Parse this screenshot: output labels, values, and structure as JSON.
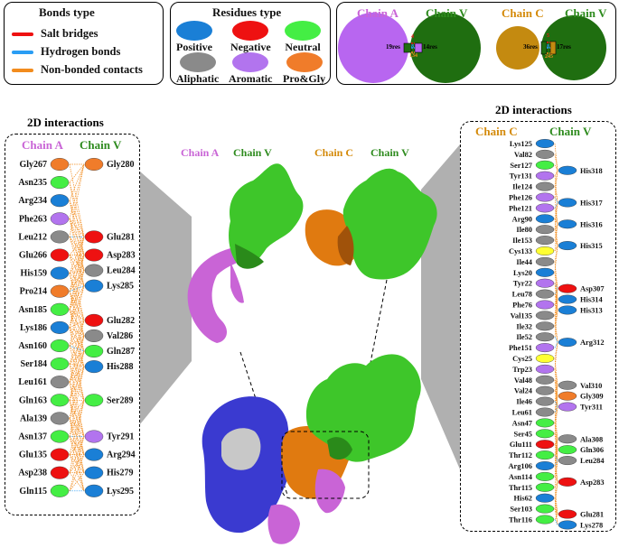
{
  "colors": {
    "positive": "#1a7fd6",
    "negative": "#ee1111",
    "neutral": "#44ee44",
    "aliphatic": "#8a8a8a",
    "aromatic": "#b274ee",
    "progly": "#f07c2a",
    "cys": "#ffff33",
    "chainA": "#c964d6",
    "chainV": "#2e8b1e",
    "chainC": "#d48a0a",
    "salt": "#ee1111",
    "hbond": "#2a9df4",
    "nonbonded": "#f28c1e",
    "blue_protein": "#3a3ad0",
    "grey_protein": "#c8c8c8"
  },
  "bonds_legend": {
    "title": "Bonds type",
    "items": [
      {
        "label": "Salt bridges",
        "color": "#ee1111"
      },
      {
        "label": "Hydrogen bonds",
        "color": "#2a9df4"
      },
      {
        "label": "Non-bonded contacts",
        "color": "#f28c1e"
      }
    ]
  },
  "residues_legend": {
    "title": "Residues type",
    "items": [
      {
        "label": "Positive",
        "color": "#1a7fd6"
      },
      {
        "label": "Negative",
        "color": "#ee1111"
      },
      {
        "label": "Neutral",
        "color": "#44ee44"
      },
      {
        "label": "Aliphatic",
        "color": "#8a8a8a"
      },
      {
        "label": "Aromatic",
        "color": "#b274ee"
      },
      {
        "label": "Pro&Gly",
        "color": "#f07c2a"
      }
    ]
  },
  "venn": {
    "left": {
      "chain1": "Chain A",
      "chain2": "Chain V",
      "res1": "19res",
      "res2": "14res",
      "count_top": "4",
      "count_mid": "8",
      "count_bottom": "134"
    },
    "right": {
      "chain1": "Chain C",
      "chain2": "Chain V",
      "res1": "36res",
      "res2": "17res",
      "count_top": "5",
      "count_mid": "8",
      "count_bottom": "245"
    }
  },
  "left_panel": {
    "title": "2D interactions",
    "chain1": "Chain A",
    "chain2": "Chain V",
    "left_residues": [
      {
        "name": "Gly267",
        "color": "#f07c2a"
      },
      {
        "name": "Asn235",
        "color": "#44ee44"
      },
      {
        "name": "Arg234",
        "color": "#1a7fd6"
      },
      {
        "name": "Phe263",
        "color": "#b274ee"
      },
      {
        "name": "Leu212",
        "color": "#8a8a8a"
      },
      {
        "name": "Glu266",
        "color": "#ee1111"
      },
      {
        "name": "His159",
        "color": "#1a7fd6"
      },
      {
        "name": "Pro214",
        "color": "#f07c2a"
      },
      {
        "name": "Asn185",
        "color": "#44ee44"
      },
      {
        "name": "Lys186",
        "color": "#1a7fd6"
      },
      {
        "name": "Asn160",
        "color": "#44ee44"
      },
      {
        "name": "Ser184",
        "color": "#44ee44"
      },
      {
        "name": "Leu161",
        "color": "#8a8a8a"
      },
      {
        "name": "Gln163",
        "color": "#44ee44"
      },
      {
        "name": "Ala139",
        "color": "#8a8a8a"
      },
      {
        "name": "Asn137",
        "color": "#44ee44"
      },
      {
        "name": "Glu135",
        "color": "#ee1111"
      },
      {
        "name": "Asp238",
        "color": "#ee1111"
      },
      {
        "name": "Gln115",
        "color": "#44ee44"
      }
    ],
    "right_residues": [
      {
        "name": "Gly280",
        "color": "#f07c2a",
        "row": 0
      },
      {
        "name": "Glu281",
        "color": "#ee1111",
        "row": 4
      },
      {
        "name": "Asp283",
        "color": "#ee1111",
        "row": 5
      },
      {
        "name": "Leu284",
        "color": "#8a8a8a",
        "row": 5.85
      },
      {
        "name": "Lys285",
        "color": "#1a7fd6",
        "row": 6.7
      },
      {
        "name": "Glu282",
        "color": "#ee1111",
        "row": 8.6
      },
      {
        "name": "Val286",
        "color": "#8a8a8a",
        "row": 9.45
      },
      {
        "name": "Gln287",
        "color": "#44ee44",
        "row": 10.3
      },
      {
        "name": "His288",
        "color": "#1a7fd6",
        "row": 11.15
      },
      {
        "name": "Ser289",
        "color": "#44ee44",
        "row": 13
      },
      {
        "name": "Tyr291",
        "color": "#b274ee",
        "row": 15
      },
      {
        "name": "Arg294",
        "color": "#1a7fd6",
        "row": 16
      },
      {
        "name": "His279",
        "color": "#1a7fd6",
        "row": 17
      },
      {
        "name": "Lys295",
        "color": "#1a7fd6",
        "row": 18
      }
    ]
  },
  "right_panel": {
    "title": "2D interactions",
    "chain1": "Chain C",
    "chain2": "Chain V",
    "left_residues": [
      {
        "name": "Lys125",
        "color": "#1a7fd6"
      },
      {
        "name": "Val82",
        "color": "#8a8a8a"
      },
      {
        "name": "Ser127",
        "color": "#44ee44"
      },
      {
        "name": "Tyr131",
        "color": "#b274ee"
      },
      {
        "name": "Ile124",
        "color": "#8a8a8a"
      },
      {
        "name": "Phe126",
        "color": "#b274ee"
      },
      {
        "name": "Phe121",
        "color": "#b274ee"
      },
      {
        "name": "Arg90",
        "color": "#1a7fd6"
      },
      {
        "name": "Ile80",
        "color": "#8a8a8a"
      },
      {
        "name": "Ile153",
        "color": "#8a8a8a"
      },
      {
        "name": "Cys133",
        "color": "#ffff33"
      },
      {
        "name": "Ile44",
        "color": "#8a8a8a"
      },
      {
        "name": "Lys20",
        "color": "#1a7fd6"
      },
      {
        "name": "Tyr22",
        "color": "#b274ee"
      },
      {
        "name": "Leu78",
        "color": "#8a8a8a"
      },
      {
        "name": "Phe76",
        "color": "#b274ee"
      },
      {
        "name": "Val135",
        "color": "#8a8a8a"
      },
      {
        "name": "Ile32",
        "color": "#8a8a8a"
      },
      {
        "name": "Ile52",
        "color": "#8a8a8a"
      },
      {
        "name": "Phe151",
        "color": "#b274ee"
      },
      {
        "name": "Cys25",
        "color": "#ffff33"
      },
      {
        "name": "Trp23",
        "color": "#b274ee"
      },
      {
        "name": "Val48",
        "color": "#8a8a8a"
      },
      {
        "name": "Val24",
        "color": "#8a8a8a"
      },
      {
        "name": "Ile46",
        "color": "#8a8a8a"
      },
      {
        "name": "Leu61",
        "color": "#8a8a8a"
      },
      {
        "name": "Asn47",
        "color": "#44ee44"
      },
      {
        "name": "Ser45",
        "color": "#44ee44"
      },
      {
        "name": "Glu111",
        "color": "#ee1111"
      },
      {
        "name": "Thr112",
        "color": "#44ee44"
      },
      {
        "name": "Arg106",
        "color": "#1a7fd6"
      },
      {
        "name": "Asn114",
        "color": "#44ee44"
      },
      {
        "name": "Thr115",
        "color": "#44ee44"
      },
      {
        "name": "His62",
        "color": "#1a7fd6"
      },
      {
        "name": "Ser103",
        "color": "#44ee44"
      },
      {
        "name": "Thr116",
        "color": "#44ee44"
      }
    ],
    "right_residues": [
      {
        "name": "His318",
        "color": "#1a7fd6",
        "row": 2.5
      },
      {
        "name": "His317",
        "color": "#1a7fd6",
        "row": 5.5
      },
      {
        "name": "His316",
        "color": "#1a7fd6",
        "row": 7.5
      },
      {
        "name": "His315",
        "color": "#1a7fd6",
        "row": 9.5
      },
      {
        "name": "Asp307",
        "color": "#ee1111",
        "row": 13.5
      },
      {
        "name": "His314",
        "color": "#1a7fd6",
        "row": 14.5
      },
      {
        "name": "His313",
        "color": "#1a7fd6",
        "row": 15.5
      },
      {
        "name": "Arg312",
        "color": "#1a7fd6",
        "row": 18.5
      },
      {
        "name": "Val310",
        "color": "#8a8a8a",
        "row": 22.5
      },
      {
        "name": "Gly309",
        "color": "#f07c2a",
        "row": 23.5
      },
      {
        "name": "Tyr311",
        "color": "#b274ee",
        "row": 24.5
      },
      {
        "name": "Ala308",
        "color": "#8a8a8a",
        "row": 27.5
      },
      {
        "name": "Gln306",
        "color": "#44ee44",
        "row": 28.5
      },
      {
        "name": "Leu284",
        "color": "#8a8a8a",
        "row": 29.5
      },
      {
        "name": "Asp283",
        "color": "#ee1111",
        "row": 31.5
      },
      {
        "name": "Glu281",
        "color": "#ee1111",
        "row": 34.5
      },
      {
        "name": "Lys278",
        "color": "#1a7fd6",
        "row": 35.5
      }
    ]
  },
  "structure_labels": {
    "top_left_chain1": "Chain A",
    "top_left_chain2": "Chain V",
    "top_right_chain1": "Chain C",
    "top_right_chain2": "Chain V"
  }
}
